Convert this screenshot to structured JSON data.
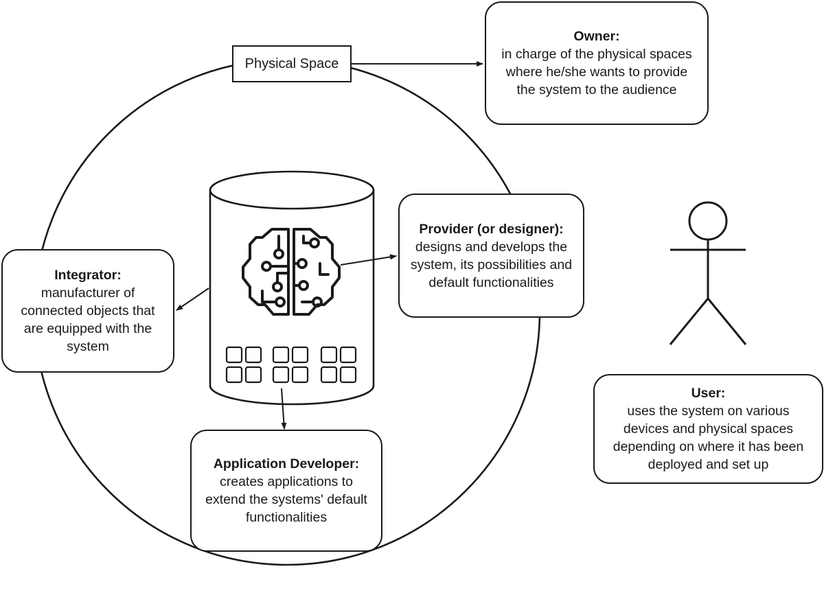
{
  "physical_space": {
    "label": "Physical Space"
  },
  "roles": {
    "owner": {
      "title": "Owner:",
      "description": "in charge of the physical spaces\nwhere he/she wants to provide\nthe system to the audience"
    },
    "provider": {
      "title": "Provider (or designer):",
      "description": "designs and develops the\nsystem, its possibilities and\ndefault functionalities"
    },
    "integrator": {
      "title": "Integrator:",
      "description": "manufacturer of\nconnected objects that\nare equipped with the\nsystem"
    },
    "app_developer": {
      "title": "Application Developer:",
      "description": "creates applications to\nextend the systems' default\nfunctionalities"
    },
    "user": {
      "title": "User:",
      "description": "uses the system on various\ndevices and physical spaces\ndepending on where it has been\ndeployed and set up"
    }
  },
  "icons": [
    "cylinder-system-icon",
    "brain-circuit-icon",
    "app-grid-icon",
    "stick-figure-user-icon"
  ],
  "colors": {
    "stroke": "#1a1a1a",
    "background": "#ffffff"
  }
}
